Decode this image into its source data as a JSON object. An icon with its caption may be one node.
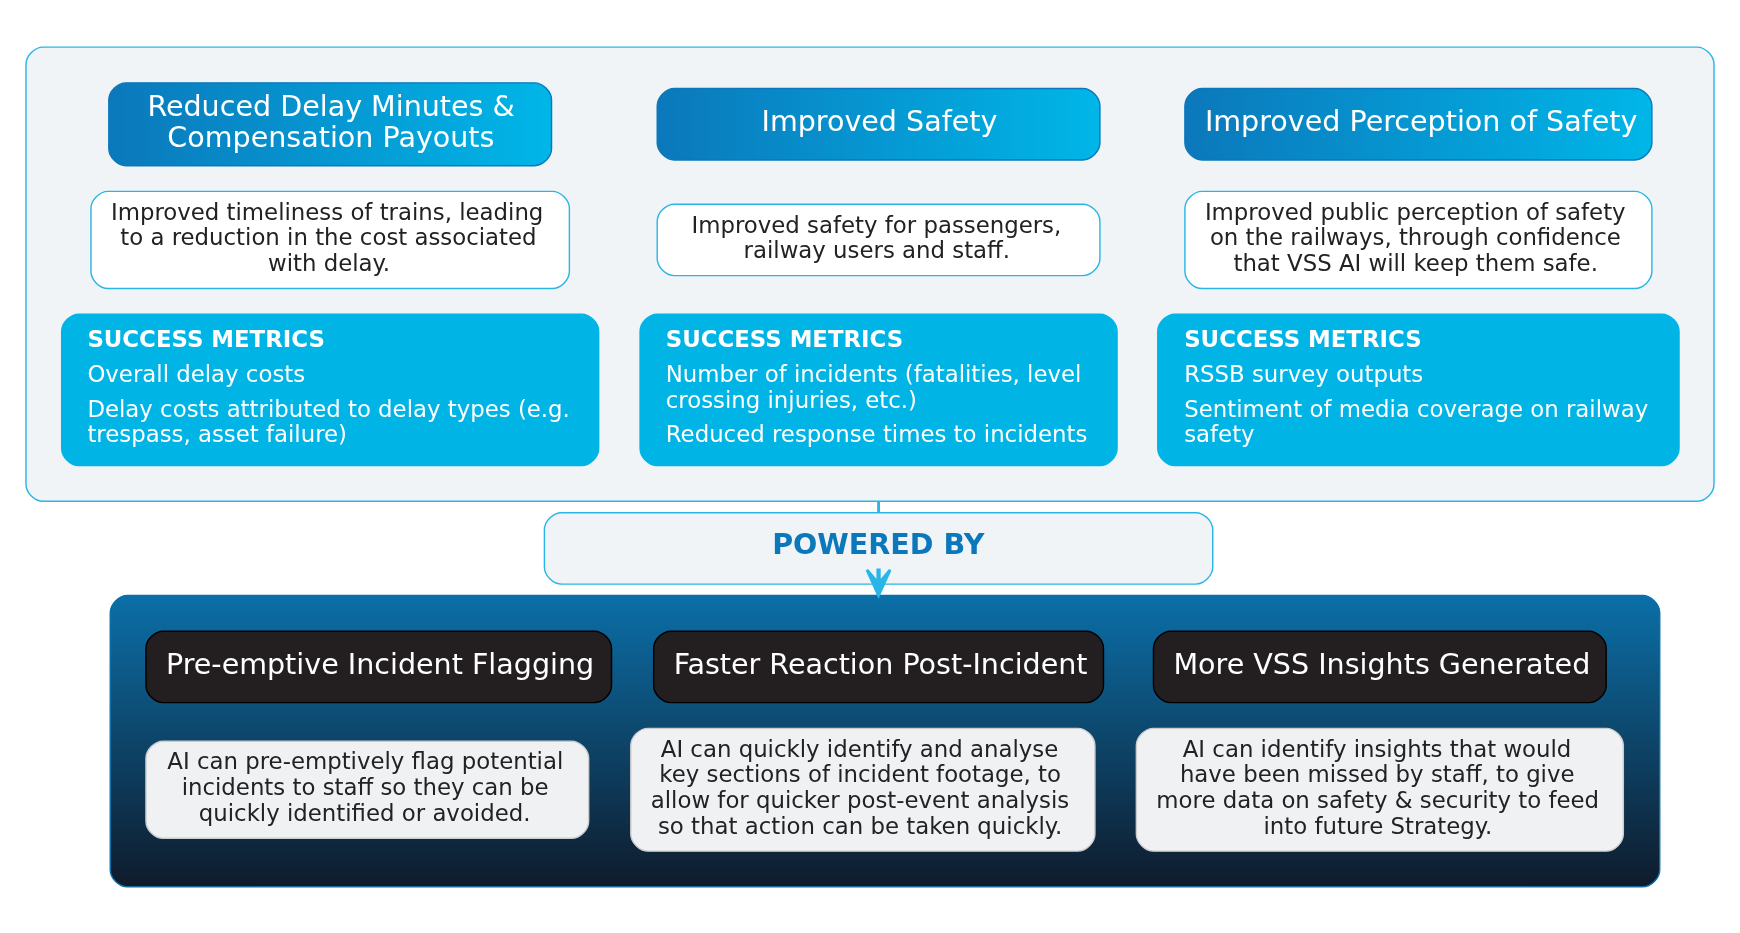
{
  "diagram": {
    "nodes": [
      {
        "text": [],
        "shape": "box"
      },
      {
        "text": [
          "Reduced Delay Minutes & Compensation Payouts"
        ],
        "in": 0
      },
      {
        "text": [
          "Improved timeliness of trains, leading to a reduction in the cost associated with delay."
        ],
        "in": 0
      },
      {
        "text": [
          "SUCCESS METRICS",
          "Overall delay costs",
          "Delay costs attributed to delay types (e.g. trespass, asset failure)"
        ],
        "in": 0
      },
      {
        "text": [
          "Improved Safety"
        ],
        "in": 0
      },
      {
        "text": [
          "Improved safety for passengers, railway users and staff."
        ],
        "in": 0
      },
      {
        "text": [
          "SUCCESS METRICS",
          "Number of incidents (fatalities, level crossing injuries, etc.)",
          "Reduced response times to incidents"
        ],
        "in": 0
      },
      {
        "text": [
          "Improved Perception of Safety"
        ],
        "in": 0
      },
      {
        "text": [
          "Improved public perception of safety on the railways, through confidence that VSS AI will keep them safe."
        ],
        "in": 0
      },
      {
        "text": [
          "SUCCESS METRICS",
          "RSSB survey outputs",
          "Sentiment of media coverage on railway safety"
        ],
        "in": 0
      },
      {
        "text": [
          "POWERED BY"
        ]
      },
      {
        "text": [],
        "shape": "box"
      },
      {
        "text": [
          "Pre-emptive Incident Flagging"
        ],
        "in": 11
      },
      {
        "text": [
          "AI can pre-emptively flag potential incidents to staff so they can be quickly identified or avoided."
        ],
        "in": 11
      },
      {
        "text": [
          "Faster Reaction Post-Incident"
        ],
        "in": 11
      },
      {
        "text": [
          "AI can quickly identify and analyse key sections of incident footage, to allow for quicker post-event analysis so that action can be taken quickly."
        ],
        "in": 11
      },
      {
        "text": [
          "More VSS Insights Generated"
        ],
        "in": 11
      },
      {
        "text": [
          "AI can identify insights that would have been missed by staff, to give more data on safety & security to feed into future Strategy."
        ],
        "in": 11
      }
    ],
    "edges": [
      {
        "from": 0,
        "to": 10,
        "arrow": "none"
      },
      {
        "from": 10,
        "to": 11,
        "arrow": "to"
      }
    ]
  }
}
